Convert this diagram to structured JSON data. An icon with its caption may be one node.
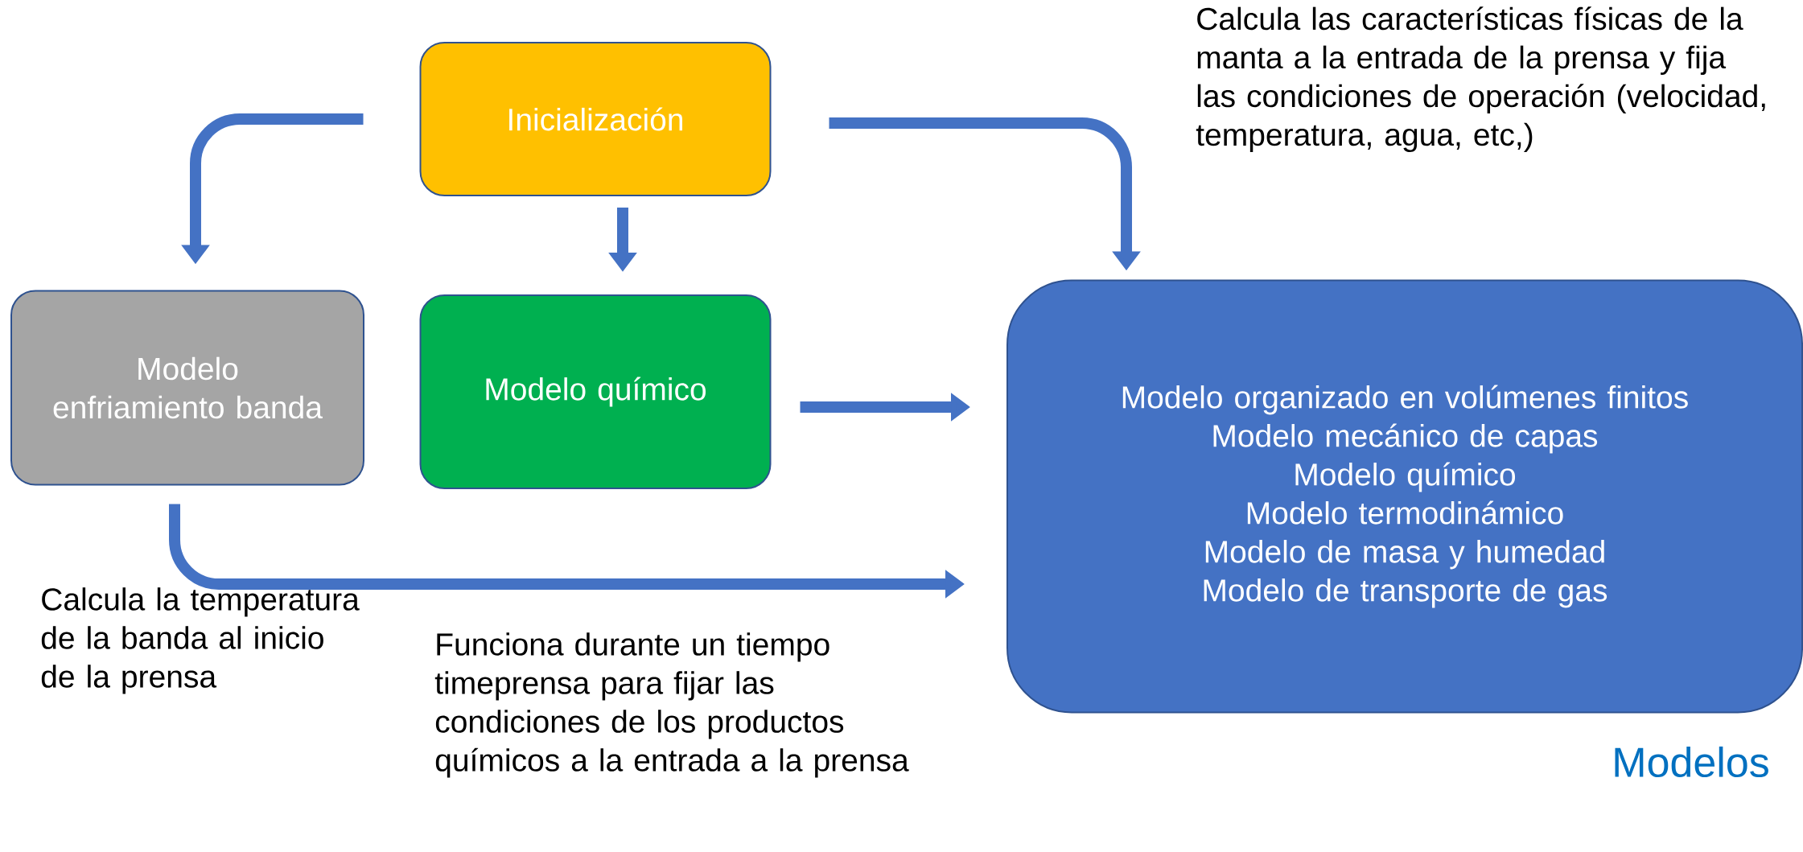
{
  "diagram": {
    "nodes": [
      {
        "text": [
          "Inicialización"
        ]
      },
      {
        "text": [
          "Modelo enfriamiento banda"
        ]
      },
      {
        "text": [
          "Modelo químico"
        ]
      },
      {
        "text": [
          "Modelo organizado en volúmenes finitos",
          "Modelo mecánico de capas",
          "Modelo químico",
          "Modelo termodinámico",
          "Modelo de masa y humedad",
          "Modelo de transporte de gas"
        ]
      }
    ],
    "edges": [
      {
        "from": 0,
        "to": 1,
        "arrow": "to"
      },
      {
        "from": 0,
        "to": 2,
        "arrow": "to"
      },
      {
        "from": 0,
        "to": 3,
        "arrow": "to"
      },
      {
        "from": 2,
        "to": 3,
        "arrow": "to"
      },
      {
        "from": 1,
        "to": 3,
        "arrow": "to"
      }
    ],
    "labels": [
      "Calcula las características físicas de la manta a la entrada de la prensa y fija las condiciones de operación  (velocidad, temperatura, agua, etc,)",
      "Calcula la temperatura de la banda al inicio de la prensa",
      "Funciona durante un tiempo timeprensa para fijar las condiciones de los productos químicos a la entrada a la prensa",
      "Modelos"
    ]
  }
}
